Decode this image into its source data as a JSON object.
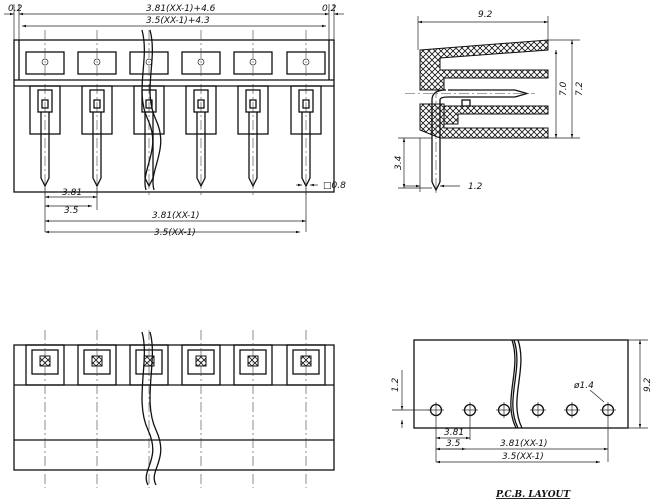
{
  "front_view": {
    "gap_left": "0.2",
    "gap_right": "0.2",
    "overall_381": "3.81(XX-1)+4.6",
    "overall_35": "3.5(XX-1)+4.3",
    "pitch_381": "3.81",
    "pitch_35": "3.5",
    "span_381": "3.81(XX-1)",
    "span_35": "3.5(XX-1)",
    "pin_size": "□0.8"
  },
  "side_view": {
    "depth": "9.2",
    "height_a": "7.0",
    "height_b": "7.2",
    "pin_len": "3.4",
    "pin_offset": "1.2"
  },
  "pcb_layout": {
    "title": "P.C.B. LAYOUT",
    "height": "9.2",
    "edge_offset": "1.2",
    "hole_dia": "ø1.4",
    "pitch_381": "3.81",
    "pitch_35": "3.5",
    "span_381": "3.81(XX-1)",
    "span_35": "3.5(XX-1)"
  }
}
